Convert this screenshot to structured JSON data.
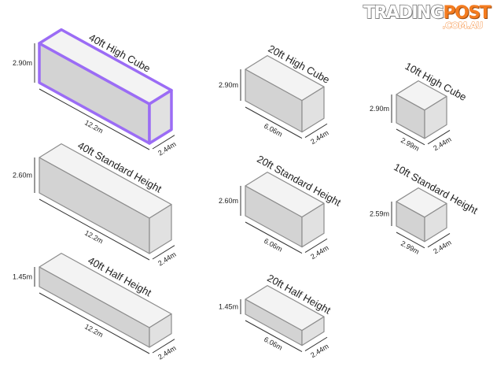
{
  "logo": {
    "part_a": "TRADING",
    "part_b": "POST",
    "domain": ".COM.AU"
  },
  "colors": {
    "box_front": "#d3d3d3",
    "box_top": "#f3f3f3",
    "box_side": "#e1e1e1",
    "edge": "#8c8c8c",
    "highlight": "#9b6cf5",
    "text": "#222222"
  },
  "containers": [
    {
      "id": "40ft-high-cube",
      "label": "40ft High Cube",
      "height": "2.90m",
      "length": "12.2m",
      "width": "2.44m",
      "highlighted": true
    },
    {
      "id": "20ft-high-cube",
      "label": "20ft High Cube",
      "height": "2.90m",
      "length": "6.06m",
      "width": "2.44m",
      "highlighted": false
    },
    {
      "id": "10ft-high-cube",
      "label": "10ft High Cube",
      "height": "2.90m",
      "length": "2.99m",
      "width": "2.44m",
      "highlighted": false
    },
    {
      "id": "40ft-standard-height",
      "label": "40ft Standard Height",
      "height": "2.60m",
      "length": "12.2m",
      "width": "2.44m",
      "highlighted": false
    },
    {
      "id": "20ft-standard-height",
      "label": "20ft Standard Height",
      "height": "2.60m",
      "length": "6.06m",
      "width": "2.44m",
      "highlighted": false
    },
    {
      "id": "10ft-standard-height",
      "label": "10ft Standard Height",
      "height": "2.59m",
      "length": "2.99m",
      "width": "2.44m",
      "highlighted": false
    },
    {
      "id": "40ft-half-height",
      "label": "40ft Half Height",
      "height": "1.45m",
      "length": "12.2m",
      "width": "2.44m",
      "highlighted": false
    },
    {
      "id": "20ft-half-height",
      "label": "20ft Half Height",
      "height": "1.45m",
      "length": "6.06m",
      "width": "2.44m",
      "highlighted": false
    }
  ]
}
